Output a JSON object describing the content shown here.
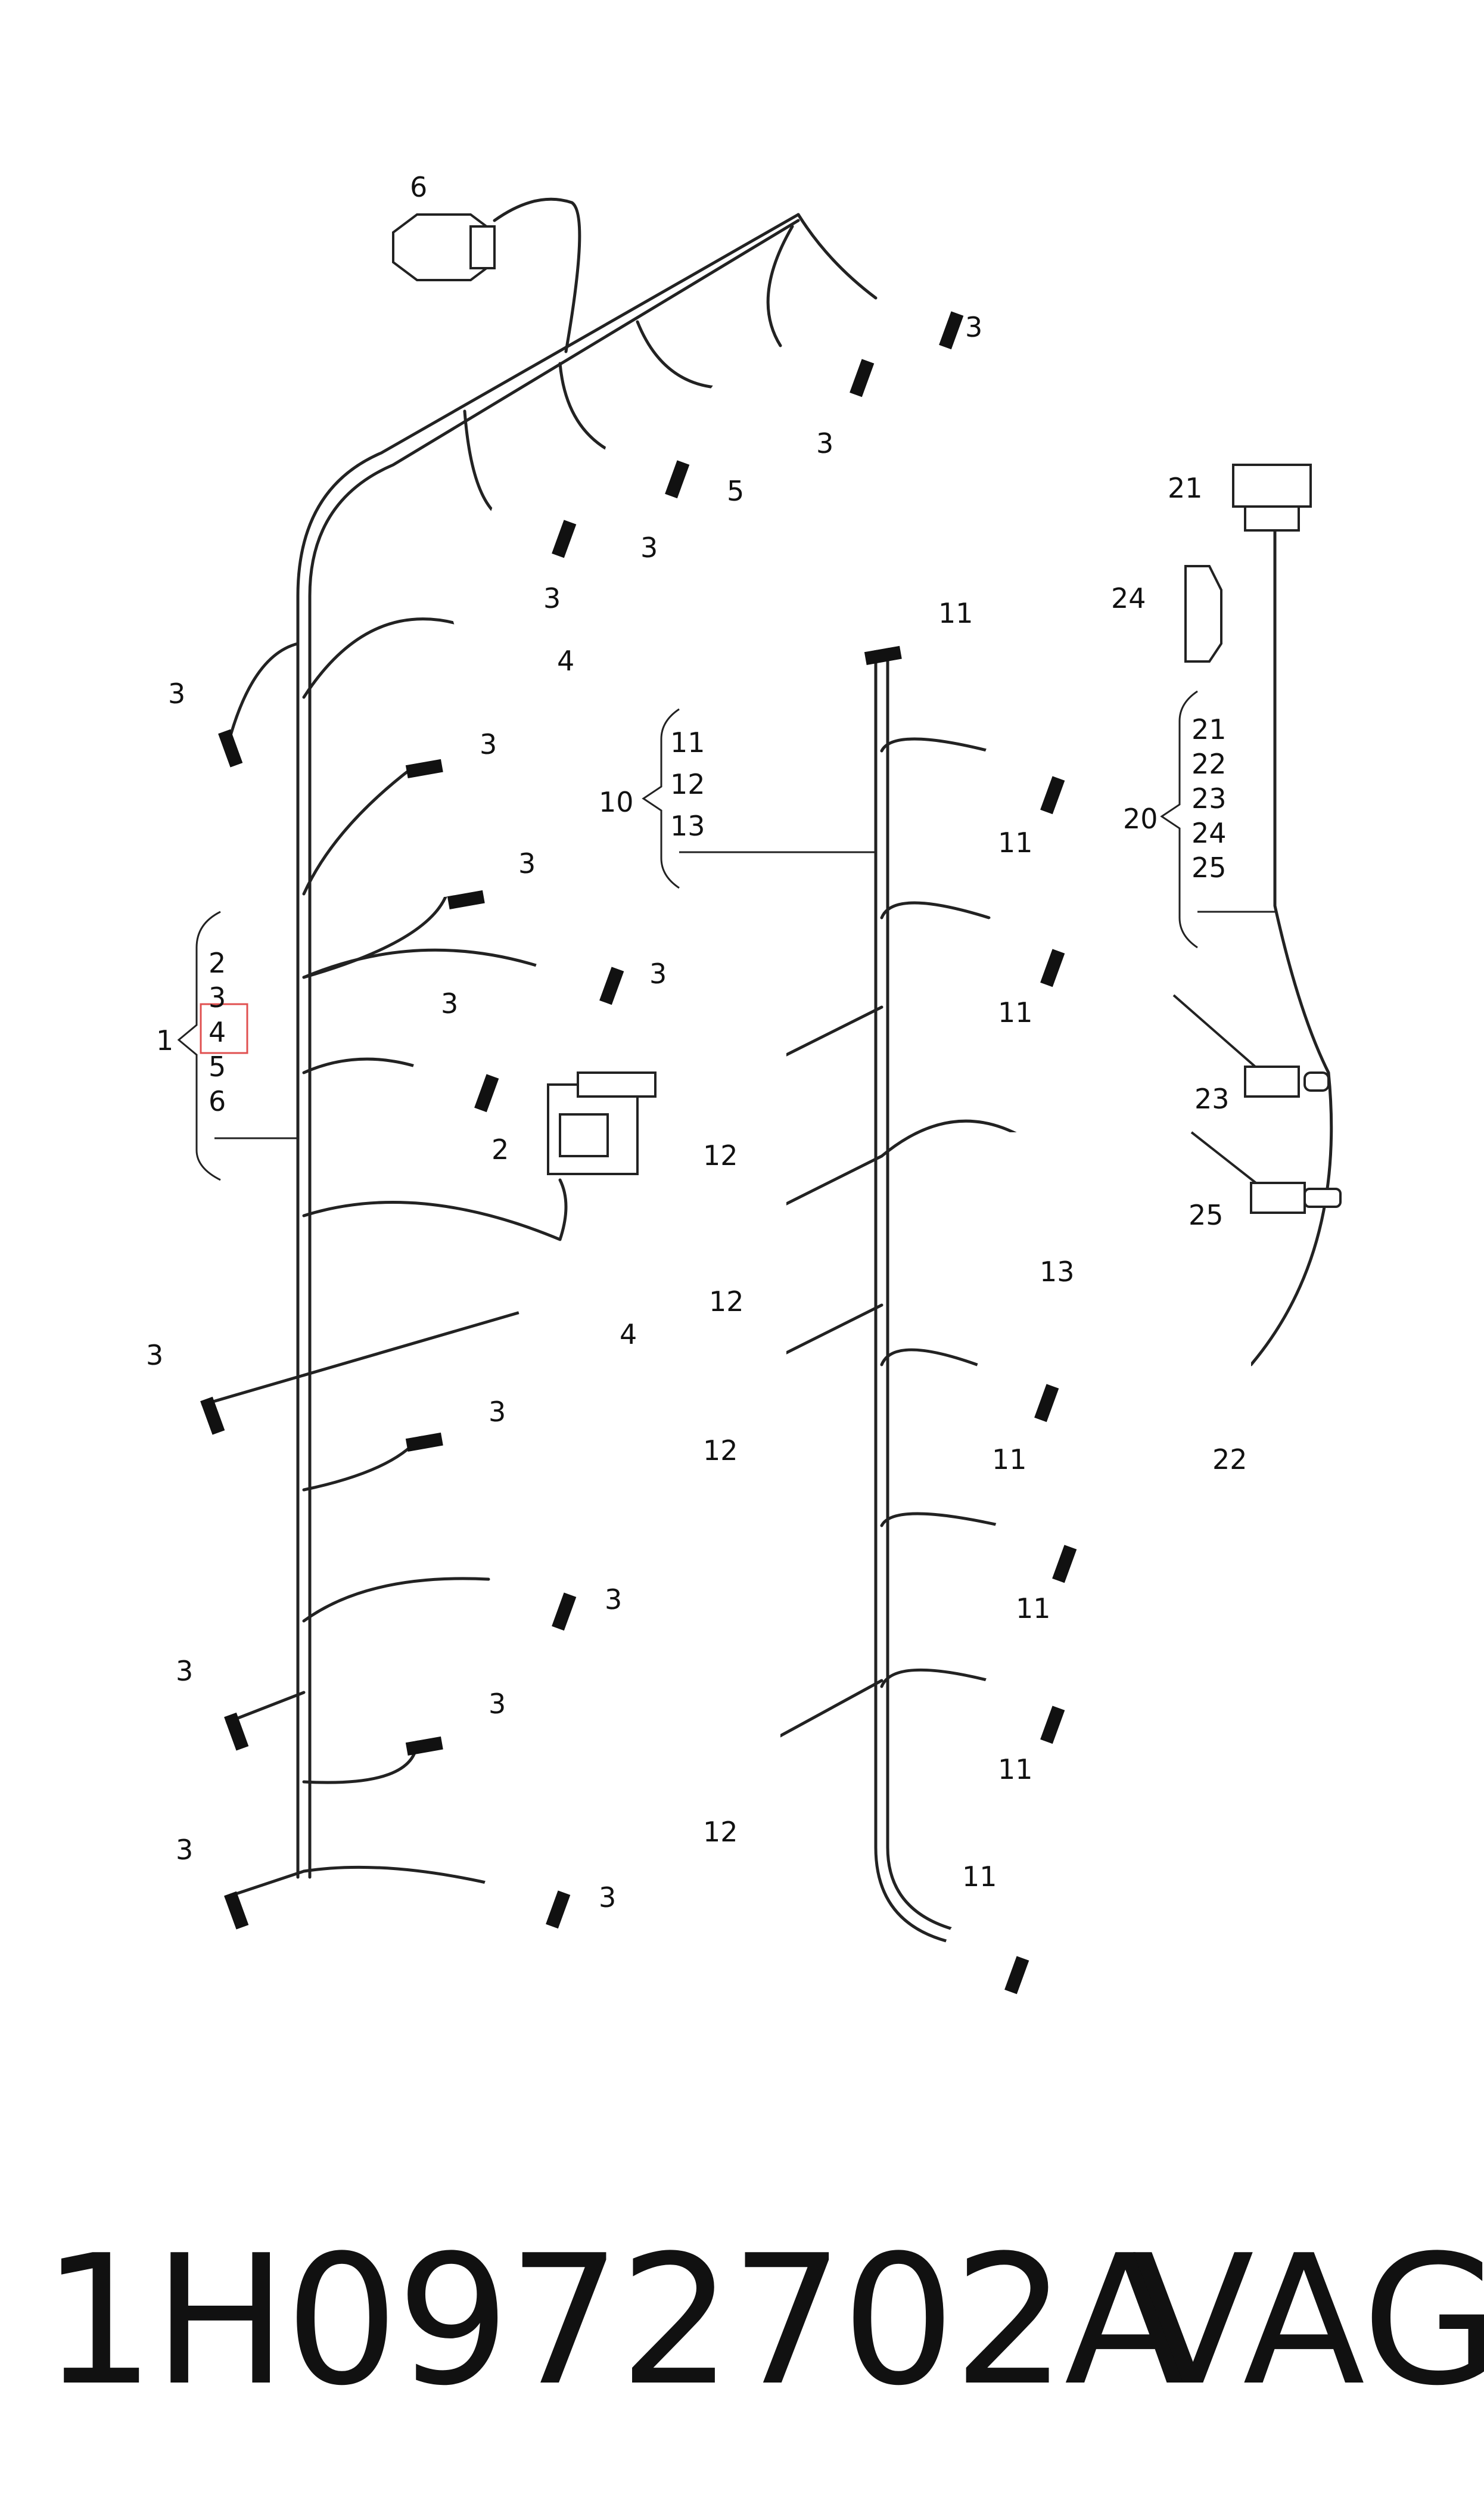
{
  "footer": {
    "part_number": "1H0972702A",
    "brand": "VAG"
  },
  "callouts": {
    "c1": "1",
    "c2": "2",
    "c3": "3",
    "c4": "4",
    "c5": "5",
    "c6": "6",
    "c10": "10",
    "c11": "11",
    "c12": "12",
    "c13": "13",
    "c20": "20",
    "c21": "21",
    "c22": "22",
    "c23": "23",
    "c24": "24",
    "c25": "25"
  },
  "group1_items": [
    "2",
    "3",
    "4",
    "5",
    "6"
  ],
  "group10_items": [
    "11",
    "12",
    "13"
  ],
  "group20_items": [
    "21",
    "22",
    "23",
    "24",
    "25"
  ],
  "highlight": {
    "color": "#e05050"
  }
}
